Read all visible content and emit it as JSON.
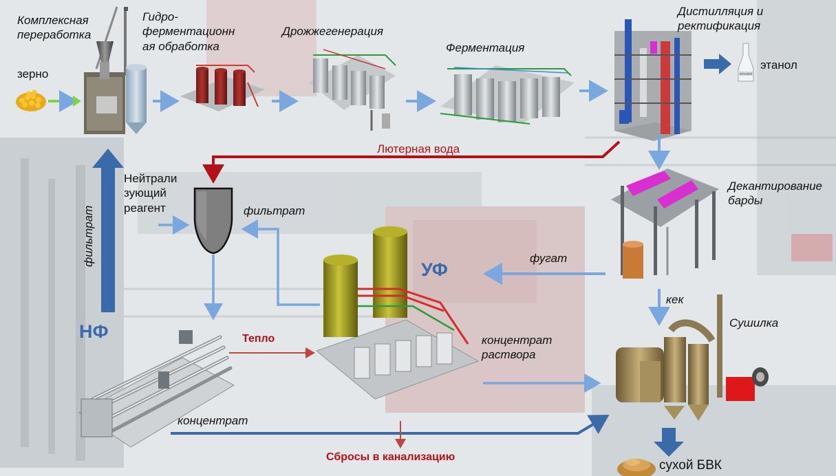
{
  "labels": {
    "complex_1": "Комплексная",
    "complex_2": "переработка",
    "grain": "зерно",
    "hydro_1": "Гидро-",
    "hydro_2": "ферментационн",
    "hydro_3": "ая обработка",
    "yeast": "Дрожжегенерация",
    "ferment": "Ферментация",
    "distil_1": "Дистилляция и",
    "distil_2": "ректификация",
    "ethanol": "этанол",
    "bottle_label": "ЭТАНОЛ",
    "luter": "Лютерная вода",
    "neutral_1": "Нейтрали",
    "neutral_2": "зующий",
    "neutral_3": "реагент",
    "filtrate_v": "фильтрат",
    "filtrate_h": "фильтрат",
    "decant_1": "Декантирование",
    "decant_2": "барды",
    "fugat": "фугат",
    "uf": "УФ",
    "nf": "НФ",
    "kek": "кек",
    "heat": "Тепло",
    "dryer": "Сушилка",
    "conc_sol_1": "концентрат",
    "conc_sol_2": "раствора",
    "concentrate": "концентрат",
    "sewage": "Сбросы в канализацию",
    "dry_bvk": "сухой БВК"
  },
  "colors": {
    "flow_blue": "#7aa7dd",
    "nf_blue": "#3b6aa8",
    "waste_red": "#b3111a",
    "grain_green": "#7fd147",
    "magenta": "#d92fd0",
    "tank_olive": "#b7b12a"
  }
}
